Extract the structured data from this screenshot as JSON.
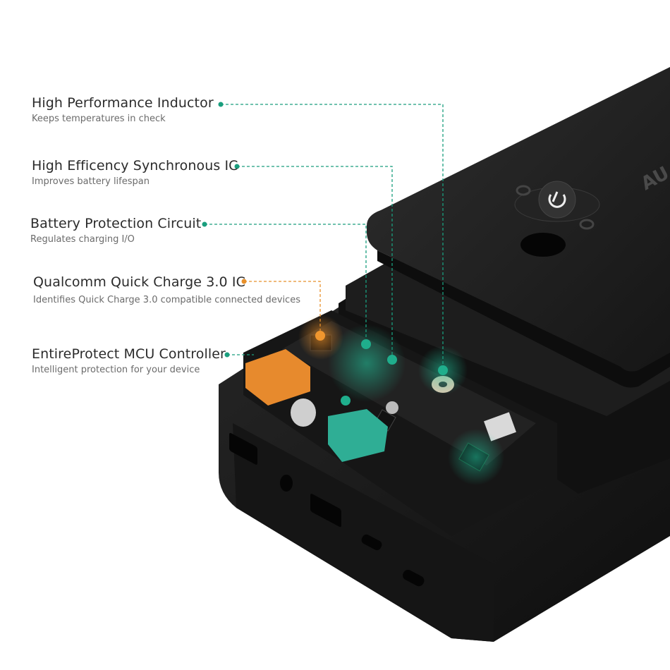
{
  "colors": {
    "callout_teal": "#1a9e7e",
    "callout_orange": "#e8902a",
    "title_text": "#2b2b2b",
    "sub_text": "#6b6b6b",
    "device_body": "#1c1c1c"
  },
  "callouts": [
    {
      "title": "High Performance Inductor",
      "subtitle": "Keeps temperatures in check",
      "color": "teal"
    },
    {
      "title": "High Efficency Synchronous IC",
      "subtitle": "Improves battery lifespan",
      "color": "teal"
    },
    {
      "title": "Battery Protection Circuit",
      "subtitle": "Regulates charging I/O",
      "color": "teal"
    },
    {
      "title": "Qualcomm Quick Charge 3.0 IC",
      "subtitle": "Identifies Quick Charge 3.0 compatible connected devices",
      "color": "orange"
    },
    {
      "title": "EntireProtect MCU Controller",
      "subtitle": "Intelligent protection for your device",
      "color": "teal"
    }
  ],
  "device": {
    "brand_partial": "AU",
    "power_button_icon": "power-icon"
  }
}
